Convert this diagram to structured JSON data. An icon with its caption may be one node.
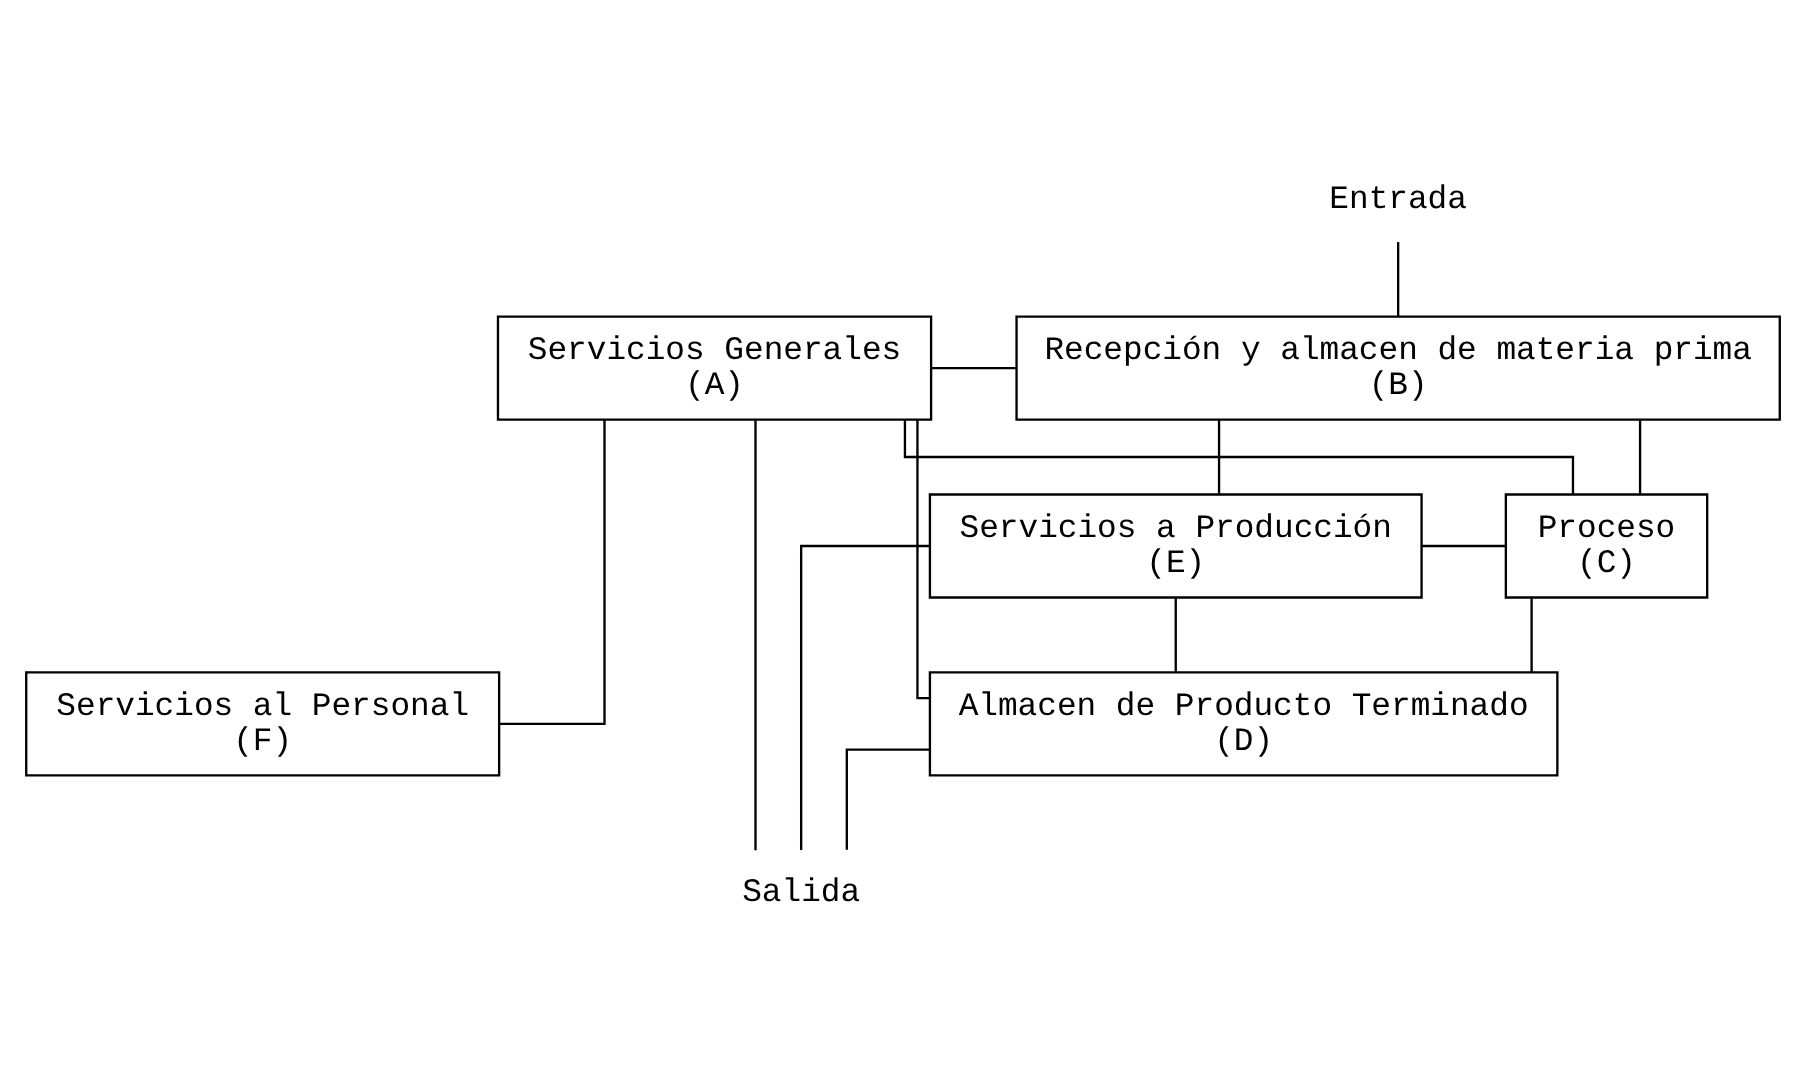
{
  "diagram": {
    "nodes": [
      {
        "text": [
          "Entrada"
        ]
      },
      {
        "text": [
          "Recepción y almacen de materia prima",
          "(B)"
        ]
      },
      {
        "text": [
          "Servicios Generales",
          "(A)"
        ]
      },
      {
        "text": [
          "Proceso",
          "(C)"
        ]
      },
      {
        "text": [
          "Servicios a Producción",
          "(E)"
        ]
      },
      {
        "text": [
          "Servicios al Personal",
          "(F)"
        ]
      },
      {
        "text": [
          "Almacen de Producto Terminado",
          "(D)"
        ]
      },
      {
        "text": [
          "Salida"
        ]
      }
    ],
    "edges": [
      {
        "from": 0,
        "to": 1,
        "arrow": "none"
      },
      {
        "from": 1,
        "to": 3,
        "arrow": "none"
      },
      {
        "from": 3,
        "to": 6,
        "arrow": "none"
      },
      {
        "from": 2,
        "to": 5,
        "arrow": "none"
      },
      {
        "from": 2,
        "to": 1,
        "arrow": "none"
      },
      {
        "from": 2,
        "to": 3,
        "arrow": "none"
      },
      {
        "from": 2,
        "to": 6,
        "arrow": "none"
      },
      {
        "from": 4,
        "to": 1,
        "arrow": "none"
      },
      {
        "from": 4,
        "to": 3,
        "arrow": "none"
      },
      {
        "from": 4,
        "to": 6,
        "arrow": "none"
      },
      {
        "from": 2,
        "to": 7,
        "arrow": "none"
      },
      {
        "from": 6,
        "to": 7,
        "arrow": "none"
      },
      {
        "from": 4,
        "to": 7,
        "arrow": "none"
      }
    ]
  }
}
